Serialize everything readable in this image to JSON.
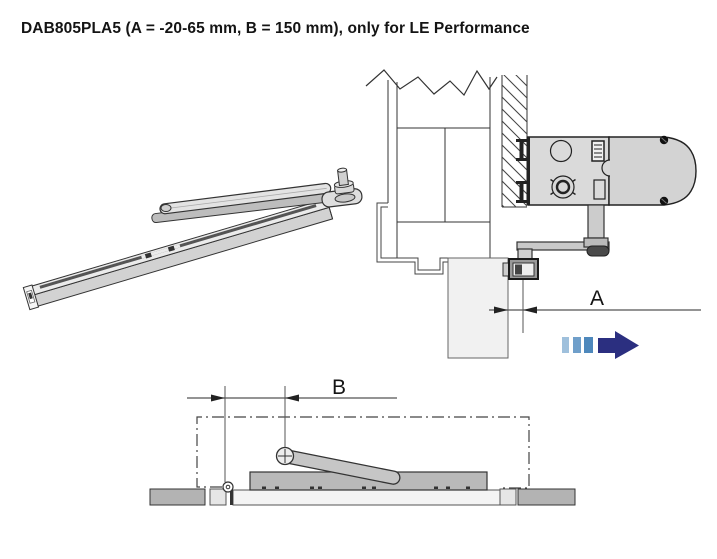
{
  "page": {
    "title": "DAB805PLA5 (A = -20-65 mm, B = 150 mm), only for LE Performance"
  },
  "product": {
    "model": "DAB805PLA5",
    "dimension_a_range_mm": "-20-65",
    "dimension_b_mm": "150",
    "restriction": "only for LE Performance"
  },
  "figure": {
    "dim_a": {
      "label": "A"
    },
    "dim_b": {
      "label": "B"
    },
    "motion_arrow_icon": {
      "name": "door-motion-direction-arrow-icon",
      "bar_colors": [
        "#9fc0dc",
        "#6f9fca",
        "#4e88bc"
      ],
      "arrow_color": "#2b2f80"
    }
  }
}
